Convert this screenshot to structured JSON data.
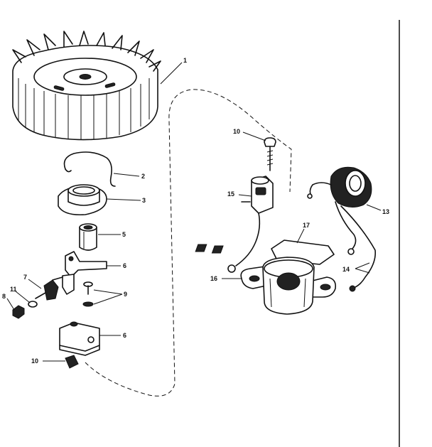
{
  "callouts": [
    {
      "id": "c1",
      "text": "1"
    },
    {
      "id": "c2",
      "text": "2"
    },
    {
      "id": "c3",
      "text": "3"
    },
    {
      "id": "c5",
      "text": "5"
    },
    {
      "id": "c6",
      "text": "6"
    },
    {
      "id": "c7",
      "text": "7"
    },
    {
      "id": "c8",
      "text": "8"
    },
    {
      "id": "c9",
      "text": "9"
    },
    {
      "id": "c10a",
      "text": "10"
    },
    {
      "id": "c10b",
      "text": "10"
    },
    {
      "id": "c11",
      "text": "11"
    },
    {
      "id": "c13",
      "text": "13"
    },
    {
      "id": "c14",
      "text": "14"
    },
    {
      "id": "c15",
      "text": "15"
    },
    {
      "id": "c16",
      "text": "16"
    },
    {
      "id": "c17",
      "text": "17"
    },
    {
      "id": "c6b",
      "text": "6"
    }
  ],
  "parts": [
    "flywheel",
    "spring-clip",
    "flywheel-washer",
    "collar",
    "breaker-arm",
    "breaker-points",
    "screw-and-washer",
    "breaker-plate",
    "nut-clip",
    "condenser",
    "screw",
    "ignition-coil",
    "coil-leads",
    "bracket",
    "stator-plate"
  ]
}
